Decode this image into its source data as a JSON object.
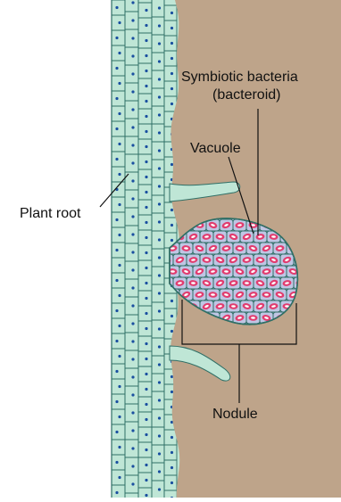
{
  "labels": {
    "bacteria_line1": "Symbiotic bacteria",
    "bacteria_line2": "(bacteroid)",
    "vacuole": "Vacuole",
    "plant_root": "Plant root",
    "nodule": "Nodule"
  },
  "colors": {
    "soil": "#bea48a",
    "root_tissue": "#bfe6d6",
    "cell_wall": "#2f6f66",
    "nucleus": "#1a4fa0",
    "nodule_cell": "#bfc6e4",
    "bacteroid_fill": "#e13c6f",
    "bacteroid_core": "#ffffff",
    "leader_line": "#111111"
  }
}
